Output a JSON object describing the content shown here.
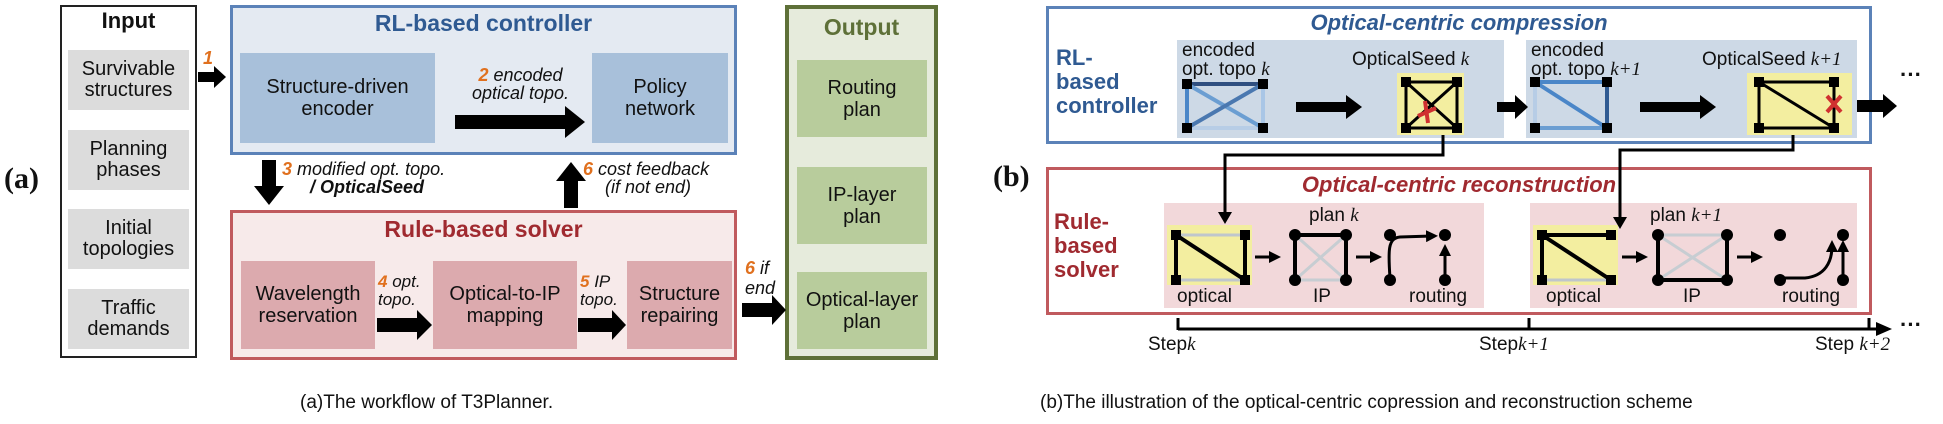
{
  "panel_a": {
    "letter": "(a)",
    "input": {
      "title": "Input",
      "items": [
        {
          "line1": "Survivable",
          "line2": "structures"
        },
        {
          "line1": "Planning",
          "line2": "phases"
        },
        {
          "line1": "Initial",
          "line2": "topologies"
        },
        {
          "line1": "Traffic",
          "line2": "demands"
        }
      ]
    },
    "rl_controller": {
      "title": "RL-based controller",
      "encoder": {
        "line1": "Structure-driven",
        "line2": "encoder"
      },
      "policy": {
        "line1": "Policy",
        "line2": "network"
      }
    },
    "rule_solver": {
      "title": "Rule-based solver",
      "wavelength": {
        "line1": "Wavelength",
        "line2": "reservation"
      },
      "mapping": {
        "line1": "Optical-to-IP",
        "line2": "mapping"
      },
      "repairing": {
        "line1": "Structure",
        "line2": "repairing"
      }
    },
    "output": {
      "title": "Output",
      "items": [
        {
          "line1": "Routing",
          "line2": "plan"
        },
        {
          "line1": "IP-layer",
          "line2": "plan"
        },
        {
          "line1": "Optical-layer",
          "line2": "plan"
        }
      ]
    },
    "arrows": {
      "a1": {
        "num": "1"
      },
      "a2": {
        "num": "2",
        "line1": "encoded",
        "line2": "optical topo."
      },
      "a3": {
        "num": "3",
        "line1": "modified opt. topo.",
        "line2": "/ OpticalSeed"
      },
      "a4": {
        "num": "4",
        "line1": "opt.",
        "line2": "topo."
      },
      "a5": {
        "num": "5",
        "line1": "IP",
        "line2": "topo."
      },
      "a6_feedback": {
        "num": "6",
        "line1": "cost feedback",
        "line2": "(if not end)"
      },
      "a6_end": {
        "num": "6",
        "line1": "if",
        "line2": "end"
      }
    },
    "caption": "(a)The workflow of T3Planner."
  },
  "panel_b": {
    "letter": "(b)",
    "compression": {
      "title": "Optical-centric compression",
      "side_label": [
        "RL-",
        "based",
        "controller"
      ],
      "enc_k": {
        "line1": "encoded",
        "line2": "opt. topo",
        "var": "k"
      },
      "seed_k": {
        "label": "OpticalSeed",
        "var": "k"
      },
      "enc_k1": {
        "line1": "encoded",
        "line2": "opt. topo",
        "var": "k+1"
      },
      "seed_k1": {
        "label": "OpticalSeed",
        "var": "k+1"
      },
      "ellipsis": "···"
    },
    "reconstruction": {
      "title": "Optical-centric reconstruction",
      "side_label": [
        "Rule-",
        "based",
        "solver"
      ],
      "step_k": {
        "plan": "plan",
        "var": "k",
        "optical": "optical",
        "ip": "IP",
        "routing": "routing"
      },
      "step_k1": {
        "plan": "plan",
        "var": "k+1",
        "optical": "optical",
        "ip": "IP",
        "routing": "routing"
      }
    },
    "timeline": {
      "steps": [
        {
          "label": "Step",
          "var": "k"
        },
        {
          "label": "Step",
          "var": "k+1"
        },
        {
          "label": "Step",
          "var": "k+2"
        }
      ],
      "ellipsis": "···"
    },
    "caption": "(b)The illustration of the optical-centric copression and reconstruction scheme"
  },
  "colors": {
    "blue_border": "#5b82b8",
    "blue_title": "#2f5a92",
    "red_border": "#c05a5e",
    "red_title": "#a02a30",
    "green_border": "#5e7038",
    "step_number": "#e0701e",
    "seed_highlight": "#f3eea0",
    "cross_mark": "#d03030"
  }
}
